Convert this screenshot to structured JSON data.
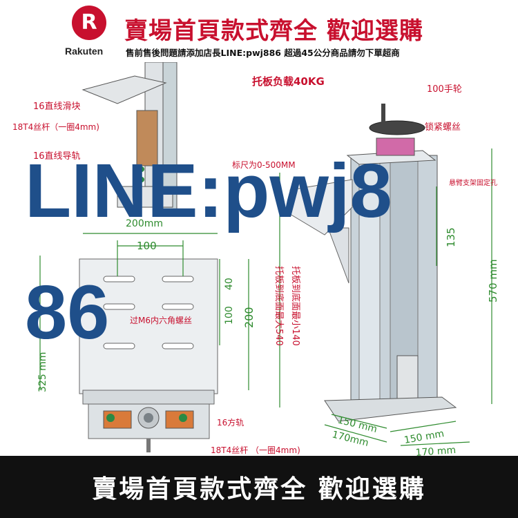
{
  "header": {
    "logo_letter": "R",
    "logo_word": "Rakuten",
    "slogan": "賣場首頁款式齊全  歡迎選購",
    "notice": "售前售後問題請添加店長LINE:pwj886 超過45公分商品請勿下單超商"
  },
  "drawing": {
    "load_title": "托板负载40KG",
    "handwheel": "100手轮",
    "lock_screw": "锁紧螺丝",
    "guide_slide": "16直线滑块",
    "screw_rod_top": "18T4丝杆（一圈4mm)",
    "guide_rail": "16直线导轨",
    "scale": "标尺为0-500MM",
    "mount_hole": "悬臂支架固定孔",
    "dim_200": "200mm",
    "dim_100_top": "100",
    "dim_40": "40",
    "dim_100_side": "100",
    "dim_200_side": "200",
    "dim_325": "325 mm",
    "hex_screw": "过M6内六角螺丝",
    "dim_135": "135",
    "dim_570": "570 mm",
    "max_height": "托板到底面最大540",
    "min_height": "托板到底面最小140",
    "square_rail": "16方轨",
    "screw_rod_bottom": "18T4丝杆  （一圈4mm)",
    "dim_150_left": "150 mm",
    "dim_170_left": "170mm",
    "dim_150_right": "150 mm",
    "dim_170_right": "170 mm"
  },
  "watermark": {
    "line1": "LINE:pwj8",
    "line2": "86"
  },
  "footer": {
    "slogan": "賣場首頁款式齊全  歡迎選購"
  },
  "colors": {
    "brand_red": "#c8102e",
    "label_red": "#c8102e",
    "dimension_green": "#2e8b2e",
    "watermark_blue": "#1f4f8a",
    "footer_bg": "#111111"
  }
}
